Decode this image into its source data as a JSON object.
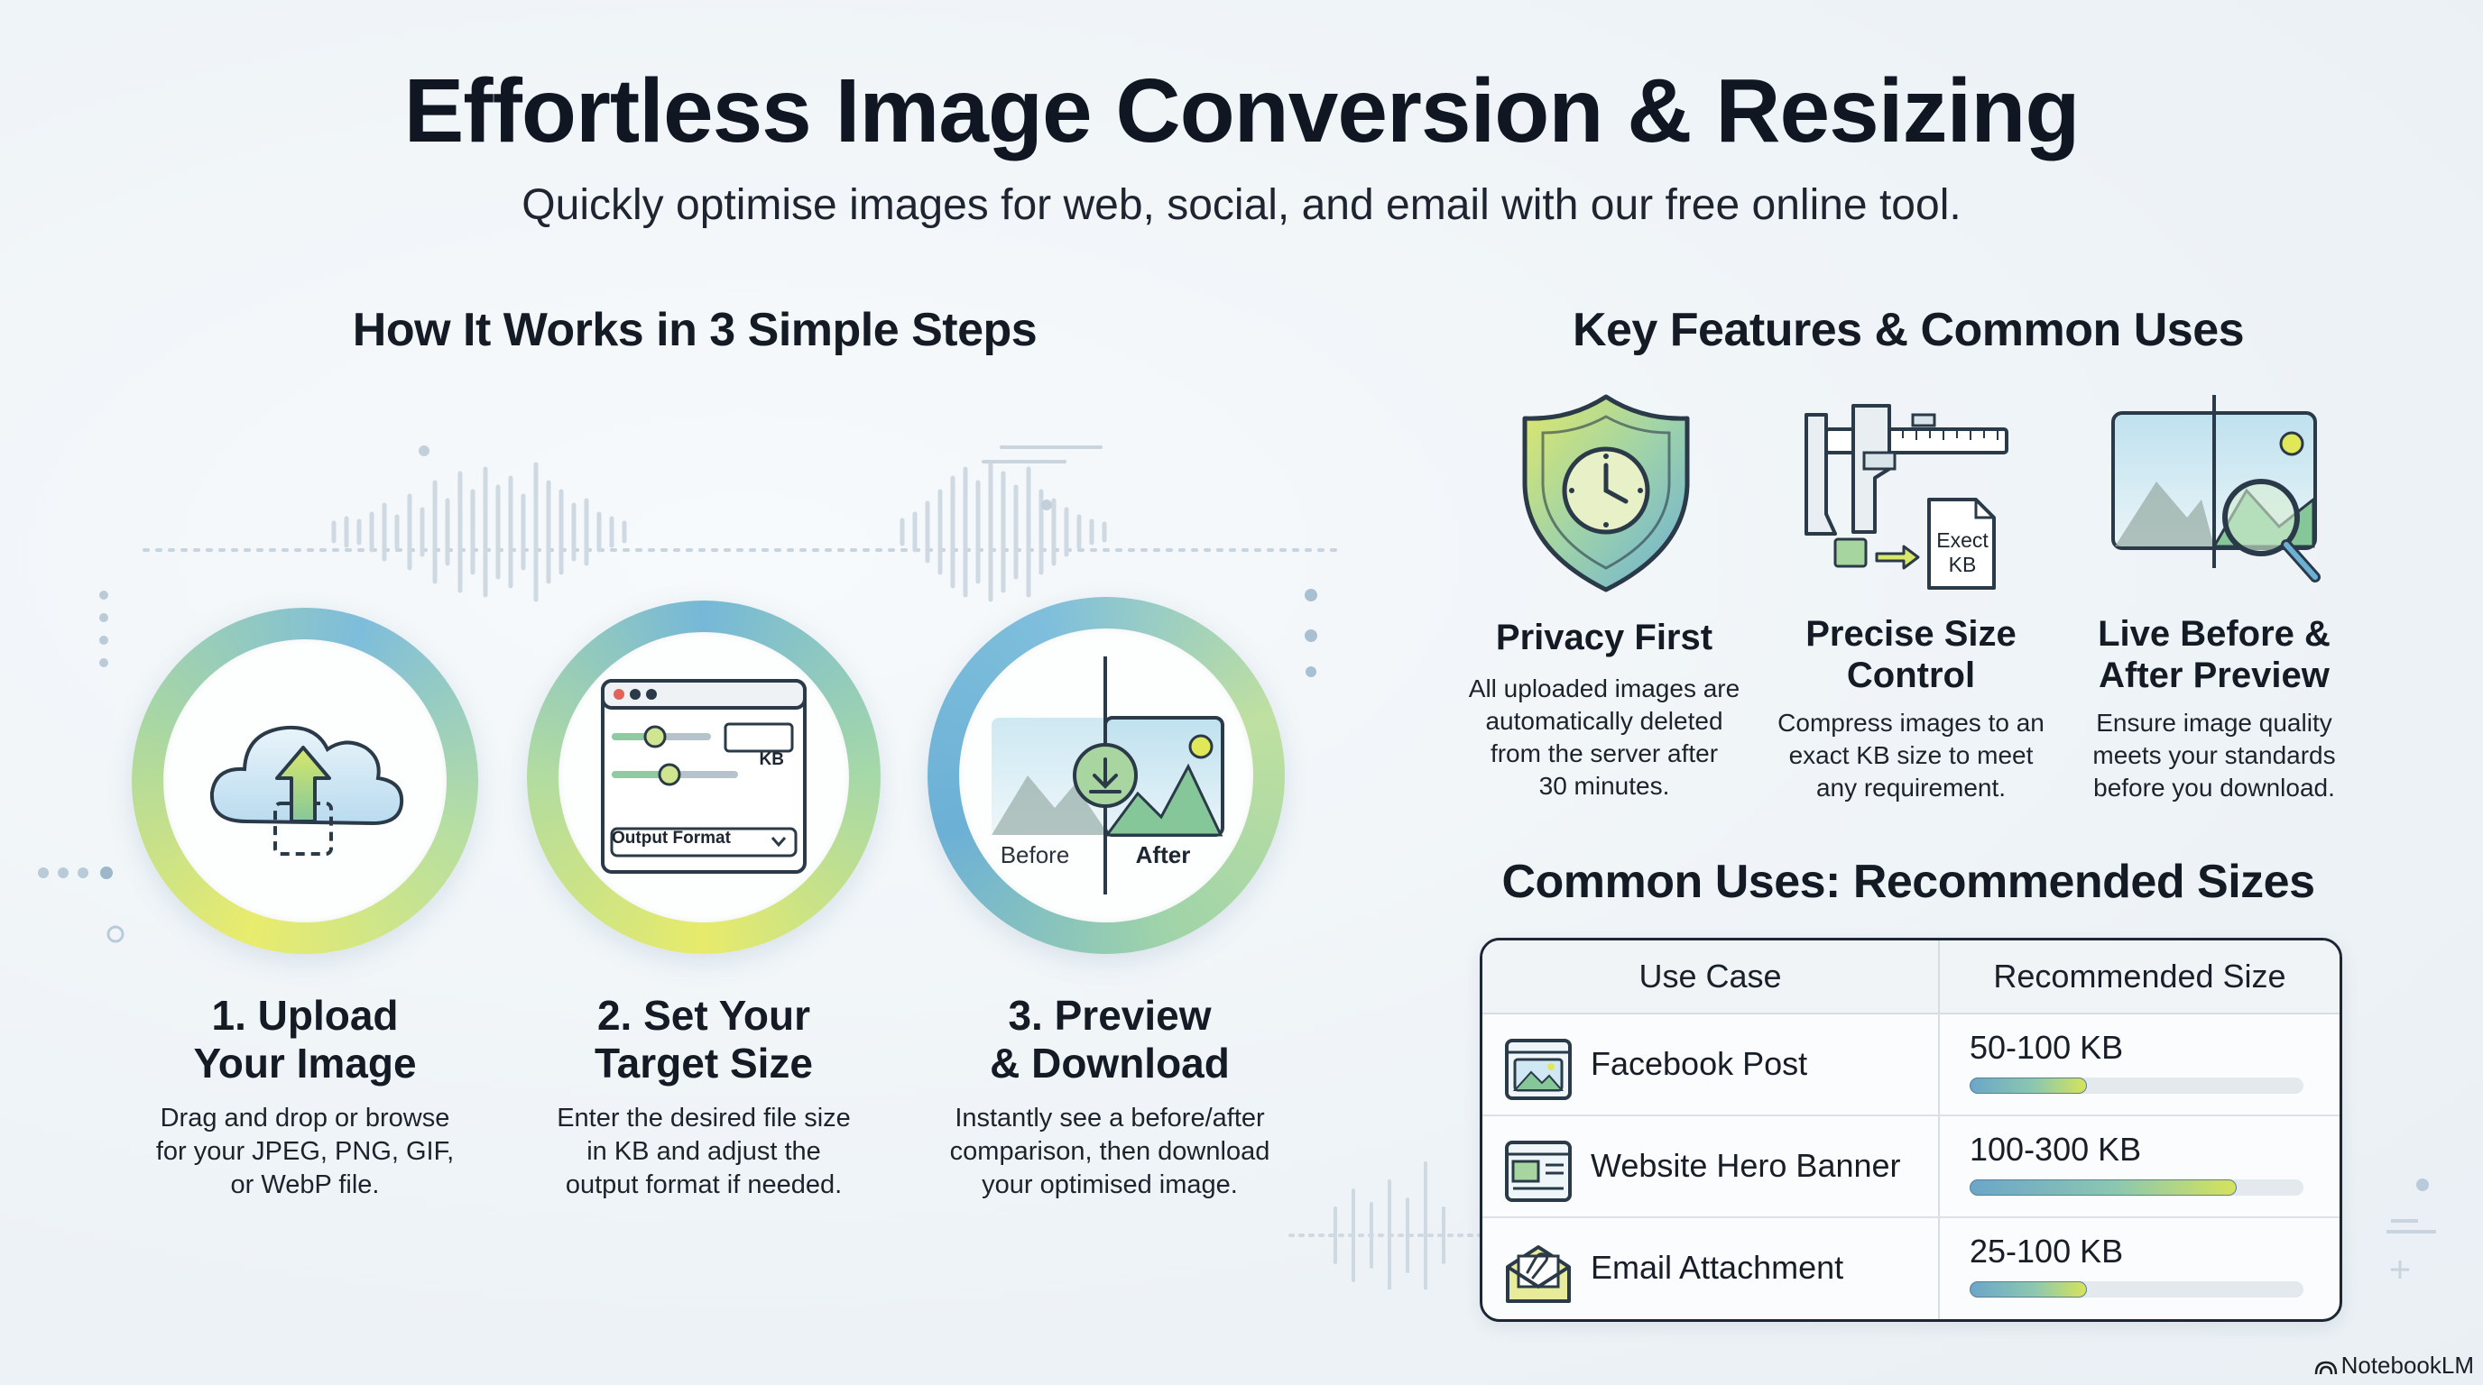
{
  "header": {
    "title": "Effortless Image Conversion & Resizing",
    "subtitle": "Quickly optimise images for web, social, and email with our free online tool."
  },
  "steps_section": {
    "heading": "How It Works in 3 Simple Steps",
    "steps": [
      {
        "title_line1": "1. Upload",
        "title_line2": "Your Image",
        "desc_line1": "Drag and drop or browse",
        "desc_line2": "for your JPEG, PNG, GIF,",
        "desc_line3": "or WebP file.",
        "icon": "cloud-upload-icon"
      },
      {
        "title_line1": "2. Set Your",
        "title_line2": "Target Size",
        "desc_line1": "Enter the desired file size",
        "desc_line2": "in KB and adjust the",
        "desc_line3": "output format if needed.",
        "icon": "settings-window-icon",
        "window_kb": "KB",
        "window_format_label": "Output Format"
      },
      {
        "title_line1": "3. Preview",
        "title_line2": "& Download",
        "desc_line1": "Instantly see a before/after",
        "desc_line2": "comparison, then download",
        "desc_line3": "your optimised image.",
        "icon": "before-after-download-icon",
        "before_label": "Before",
        "after_label": "After"
      }
    ]
  },
  "features_section": {
    "heading": "Key Features & Common Uses",
    "features": [
      {
        "title_line1": "Privacy First",
        "title_line2": "",
        "desc_line1": "All uploaded images are",
        "desc_line2": "automatically deleted",
        "desc_line3": "from the server after",
        "desc_line4": "30 minutes.",
        "icon": "shield-clock-icon"
      },
      {
        "title_line1": "Precise Size",
        "title_line2": "Control",
        "desc_line1": "Compress images to an",
        "desc_line2": "exact KB size to meet",
        "desc_line3": "any requirement.",
        "icon": "caliper-icon",
        "file_label_line1": "Exect",
        "file_label_line2": "KB"
      },
      {
        "title_line1": "Live Before &",
        "title_line2": "After Preview",
        "desc_line1": "Ensure image quality",
        "desc_line2": "meets your standards",
        "desc_line3": "before you download.",
        "icon": "image-magnifier-icon"
      }
    ]
  },
  "uses_section": {
    "heading": "Common Uses: Recommended Sizes",
    "columns": [
      "Use Case",
      "Recommended Size"
    ],
    "rows": [
      {
        "use_case": "Facebook Post",
        "size": "50-100 KB",
        "level": 0.35,
        "icon": "photo-post-icon"
      },
      {
        "use_case": "Website Hero Banner",
        "size": "100-300 KB",
        "level": 0.8,
        "icon": "web-banner-icon"
      },
      {
        "use_case": "Email Attachment",
        "size": "25-100 KB",
        "level": 0.35,
        "icon": "envelope-paperclip-icon"
      }
    ]
  },
  "watermark": "NotebookLM",
  "colors": {
    "ring_yellow": "#e4ea6a",
    "ring_green": "#9fd3a9",
    "ring_blue": "#6cb0d6",
    "text_dark": "#151b24"
  }
}
